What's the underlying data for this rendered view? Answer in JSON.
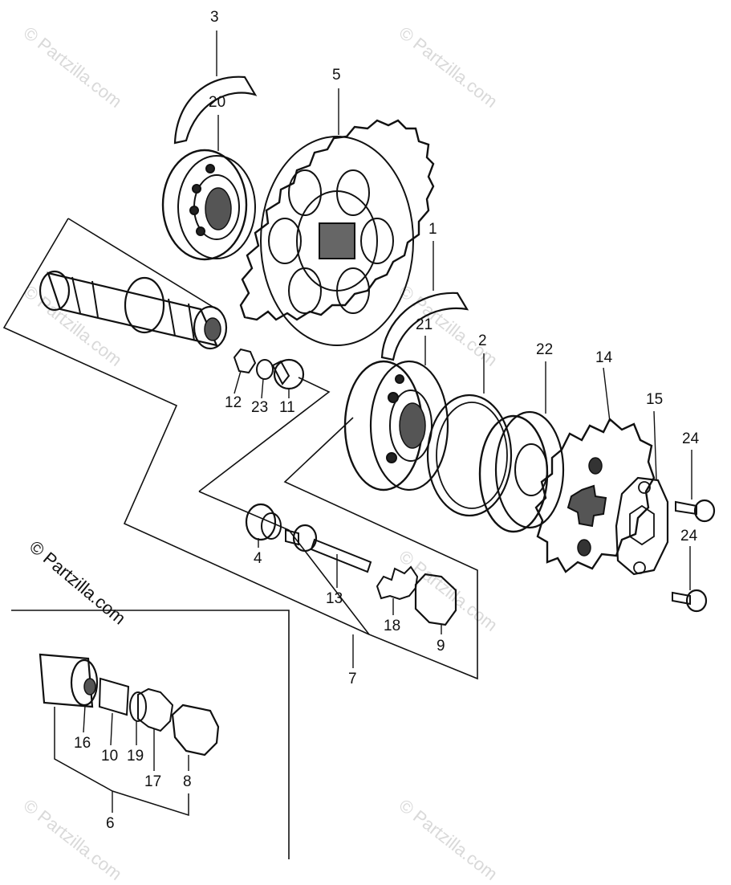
{
  "watermark": "© Partzilla.com",
  "callouts": {
    "c1": "1",
    "c2": "2",
    "c3": "3",
    "c4": "4",
    "c5": "5",
    "c6": "6",
    "c7": "7",
    "c8": "8",
    "c9": "9",
    "c10": "10",
    "c11": "11",
    "c12": "12",
    "c13": "13",
    "c14": "14",
    "c15": "15",
    "c16": "16",
    "c17": "17",
    "c18": "18",
    "c19": "19",
    "c20": "20",
    "c21": "21",
    "c22": "22",
    "c23": "23",
    "c24a": "24",
    "c24b": "24"
  }
}
